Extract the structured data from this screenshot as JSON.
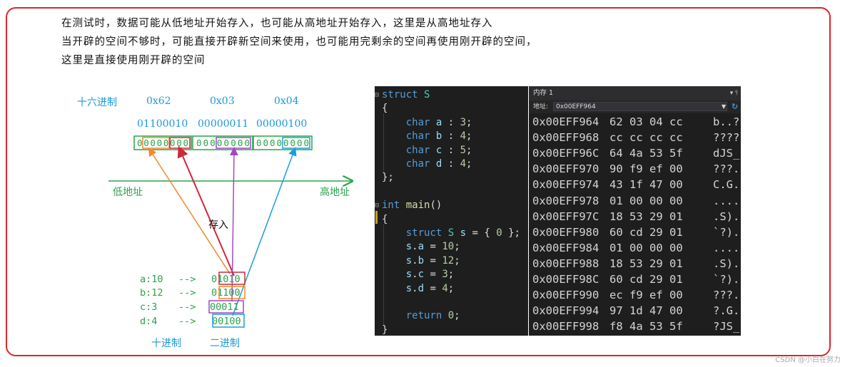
{
  "notes": [
    "在测试时，数据可能从低地址开始存入，也可能从高地址开始存入，这里是从高地址存入",
    "当开辟的空间不够时，可能直接开辟新空间来使用，也可能用完剩余的空间再使用刚开辟的空间，",
    "这里是直接使用刚开辟的空间"
  ],
  "diagram": {
    "hex_label": "十六进制",
    "hex_values": [
      "0x62",
      "0x03",
      "0x04"
    ],
    "bin_bytes": [
      "01100010",
      "00000011",
      "00000100"
    ],
    "byte_bits": [
      "00000000",
      "00000000",
      "00000000"
    ],
    "low_addr": "低地址",
    "high_addr": "高地址",
    "store_label": "存入",
    "fields": [
      {
        "name": "a:10",
        "arrow": "-->",
        "bin": "01010"
      },
      {
        "name": "b:12",
        "arrow": "-->",
        "bin": "01100"
      },
      {
        "name": "c:3",
        "arrow": "-->",
        "bin": "00011"
      },
      {
        "name": "d:4",
        "arrow": "-->",
        "bin": "00100"
      }
    ],
    "decimal_label": "十进制",
    "binary_label": "二进制",
    "colors": {
      "green": "#2aa34a",
      "blue": "#1b9ad6",
      "orange": "#f08a2c",
      "red": "#d0283a",
      "purple": "#a447c6",
      "cyan": "#1a9fd9"
    }
  },
  "code": {
    "lines": [
      {
        "parts": [
          [
            "kw",
            "struct"
          ],
          [
            "pn",
            " "
          ],
          [
            "tp",
            "S"
          ]
        ],
        "fold": true
      },
      {
        "parts": [
          [
            "pn",
            "{"
          ]
        ]
      },
      {
        "parts": [
          [
            "pn",
            "    "
          ],
          [
            "kw",
            "char"
          ],
          [
            "pn",
            " "
          ],
          [
            "vr",
            "a"
          ],
          [
            "pn",
            " : "
          ],
          [
            "nm",
            "3"
          ],
          [
            "pn",
            ";"
          ]
        ]
      },
      {
        "parts": [
          [
            "pn",
            "    "
          ],
          [
            "kw",
            "char"
          ],
          [
            "pn",
            " "
          ],
          [
            "vr",
            "b"
          ],
          [
            "pn",
            " : "
          ],
          [
            "nm",
            "4"
          ],
          [
            "pn",
            ";"
          ]
        ]
      },
      {
        "parts": [
          [
            "pn",
            "    "
          ],
          [
            "kw",
            "char"
          ],
          [
            "pn",
            " "
          ],
          [
            "vr",
            "c"
          ],
          [
            "pn",
            " : "
          ],
          [
            "nm",
            "5"
          ],
          [
            "pn",
            ";"
          ]
        ]
      },
      {
        "parts": [
          [
            "pn",
            "    "
          ],
          [
            "kw",
            "char"
          ],
          [
            "pn",
            " "
          ],
          [
            "vr",
            "d"
          ],
          [
            "pn",
            " : "
          ],
          [
            "nm",
            "4"
          ],
          [
            "pn",
            ";"
          ]
        ]
      },
      {
        "parts": [
          [
            "pn",
            "};"
          ]
        ]
      },
      {
        "parts": [
          [
            "pn",
            ""
          ]
        ]
      },
      {
        "parts": [
          [
            "kw",
            "int"
          ],
          [
            "pn",
            " "
          ],
          [
            "fn",
            "main"
          ],
          [
            "pn",
            "()"
          ]
        ],
        "fold": true
      },
      {
        "parts": [
          [
            "pn",
            "{"
          ]
        ]
      },
      {
        "parts": [
          [
            "pn",
            "    "
          ],
          [
            "kw",
            "struct"
          ],
          [
            "pn",
            " "
          ],
          [
            "tp",
            "S"
          ],
          [
            "pn",
            " "
          ],
          [
            "vr",
            "s"
          ],
          [
            "pn",
            " = { "
          ],
          [
            "nm",
            "0"
          ],
          [
            "pn",
            " };"
          ]
        ]
      },
      {
        "parts": [
          [
            "pn",
            "    "
          ],
          [
            "vr",
            "s"
          ],
          [
            "pn",
            "."
          ],
          [
            "vr",
            "a"
          ],
          [
            "pn",
            " = "
          ],
          [
            "nm",
            "10"
          ],
          [
            "pn",
            ";"
          ]
        ]
      },
      {
        "parts": [
          [
            "pn",
            "    "
          ],
          [
            "vr",
            "s"
          ],
          [
            "pn",
            "."
          ],
          [
            "vr",
            "b"
          ],
          [
            "pn",
            " = "
          ],
          [
            "nm",
            "12"
          ],
          [
            "pn",
            ";"
          ]
        ]
      },
      {
        "parts": [
          [
            "pn",
            "    "
          ],
          [
            "vr",
            "s"
          ],
          [
            "pn",
            "."
          ],
          [
            "vr",
            "c"
          ],
          [
            "pn",
            " = "
          ],
          [
            "nm",
            "3"
          ],
          [
            "pn",
            ";"
          ]
        ]
      },
      {
        "parts": [
          [
            "pn",
            "    "
          ],
          [
            "vr",
            "s"
          ],
          [
            "pn",
            "."
          ],
          [
            "vr",
            "d"
          ],
          [
            "pn",
            " = "
          ],
          [
            "nm",
            "4"
          ],
          [
            "pn",
            ";"
          ]
        ]
      },
      {
        "parts": [
          [
            "pn",
            ""
          ]
        ]
      },
      {
        "parts": [
          [
            "pn",
            "    "
          ],
          [
            "kw",
            "return"
          ],
          [
            "pn",
            " "
          ],
          [
            "nm",
            "0"
          ],
          [
            "pn",
            ";"
          ]
        ]
      },
      {
        "parts": [
          [
            "pn",
            "}"
          ]
        ]
      }
    ]
  },
  "memory": {
    "title": "内存 1",
    "pin": "▾ ⫯",
    "addr_label": "地址:",
    "addr_value": "0x00EFF964",
    "rows": [
      {
        "addr": "0x00EFF964",
        "bytes": "62 03 04 cc",
        "ascii": "b..?"
      },
      {
        "addr": "0x00EFF968",
        "bytes": "cc cc cc cc",
        "ascii": "????"
      },
      {
        "addr": "0x00EFF96C",
        "bytes": "64 4a 53 5f",
        "ascii": "dJS_"
      },
      {
        "addr": "0x00EFF970",
        "bytes": "90 f9 ef 00",
        "ascii": "???."
      },
      {
        "addr": "0x00EFF974",
        "bytes": "43 1f 47 00",
        "ascii": "C.G."
      },
      {
        "addr": "0x00EFF978",
        "bytes": "01 00 00 00",
        "ascii": "...."
      },
      {
        "addr": "0x00EFF97C",
        "bytes": "18 53 29 01",
        "ascii": ".S)."
      },
      {
        "addr": "0x00EFF980",
        "bytes": "60 cd 29 01",
        "ascii": "`?)."
      },
      {
        "addr": "0x00EFF984",
        "bytes": "01 00 00 00",
        "ascii": "...."
      },
      {
        "addr": "0x00EFF988",
        "bytes": "18 53 29 01",
        "ascii": ".S)."
      },
      {
        "addr": "0x00EFF98C",
        "bytes": "60 cd 29 01",
        "ascii": "`?)."
      },
      {
        "addr": "0x00EFF990",
        "bytes": "ec f9 ef 00",
        "ascii": "???."
      },
      {
        "addr": "0x00EFF994",
        "bytes": "97 1d 47 00",
        "ascii": "?.G."
      },
      {
        "addr": "0x00EFF998",
        "bytes": "f8 4a 53 5f",
        "ascii": "?JS_"
      }
    ]
  },
  "watermark": "CSDN @小白在努力"
}
